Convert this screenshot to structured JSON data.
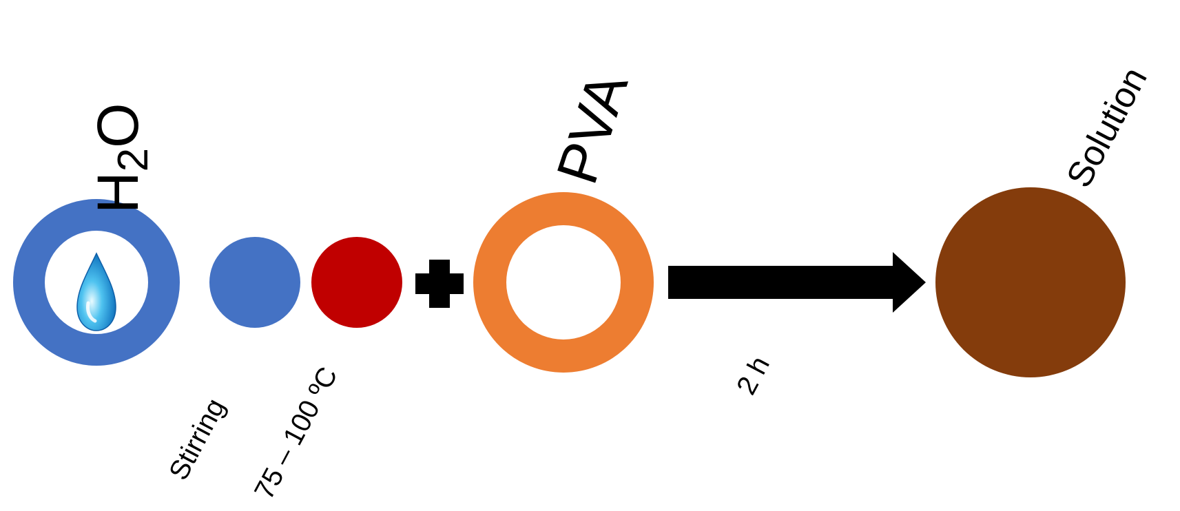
{
  "diagram": {
    "steps": [
      {
        "id": "water",
        "label_main": "H",
        "label_sub": "2",
        "label_end": "O",
        "icon": "water-drop-icon",
        "color": "#4472C4"
      },
      {
        "id": "stirring",
        "label": "Stirring",
        "color": "#4472C4"
      },
      {
        "id": "heat",
        "label": "75 – 100 ºC",
        "color": "#C00000"
      },
      {
        "id": "plus",
        "icon": "plus-icon",
        "color": "#000000"
      },
      {
        "id": "pva",
        "label": "PVA",
        "color": "#ED7D31"
      },
      {
        "id": "arrow",
        "label": "2 h",
        "icon": "right-arrow-icon",
        "color": "#000000"
      },
      {
        "id": "solution",
        "label": "Solution",
        "color": "#843C0C"
      }
    ]
  }
}
